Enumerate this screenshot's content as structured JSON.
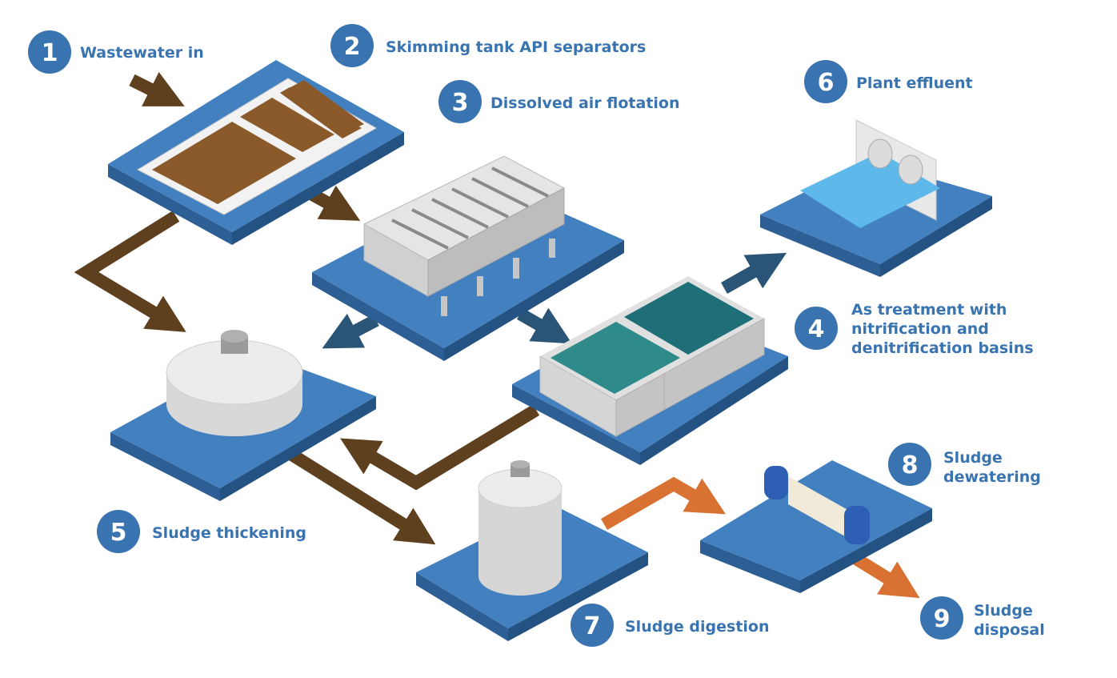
{
  "colors": {
    "label_blue": "#3a74b0",
    "platform_top": "#4280c0",
    "platform_side": "#2d5f95",
    "sludge_arrow": "#5e3f1e",
    "sludge_fill": "#8b5a2b",
    "water_arrow": "#2a5577",
    "digested_arrow": "#d87131",
    "basin_water": "#2f8a8a",
    "effluent_water": "#5fb8ea"
  },
  "steps": [
    {
      "number": "1",
      "lines": [
        "Wastewater in"
      ]
    },
    {
      "number": "2",
      "lines": [
        "Skimming tank API separators"
      ]
    },
    {
      "number": "3",
      "lines": [
        "Dissolved air flotation"
      ]
    },
    {
      "number": "4",
      "lines": [
        "As treatment with",
        "nitrification and",
        "denitrification basins"
      ]
    },
    {
      "number": "5",
      "lines": [
        "Sludge thickening"
      ]
    },
    {
      "number": "6",
      "lines": [
        "Plant effluent"
      ]
    },
    {
      "number": "7",
      "lines": [
        "Sludge digestion"
      ]
    },
    {
      "number": "8",
      "lines": [
        "Sludge",
        "dewatering"
      ]
    },
    {
      "number": "9",
      "lines": [
        "Sludge",
        "disposal"
      ]
    }
  ]
}
